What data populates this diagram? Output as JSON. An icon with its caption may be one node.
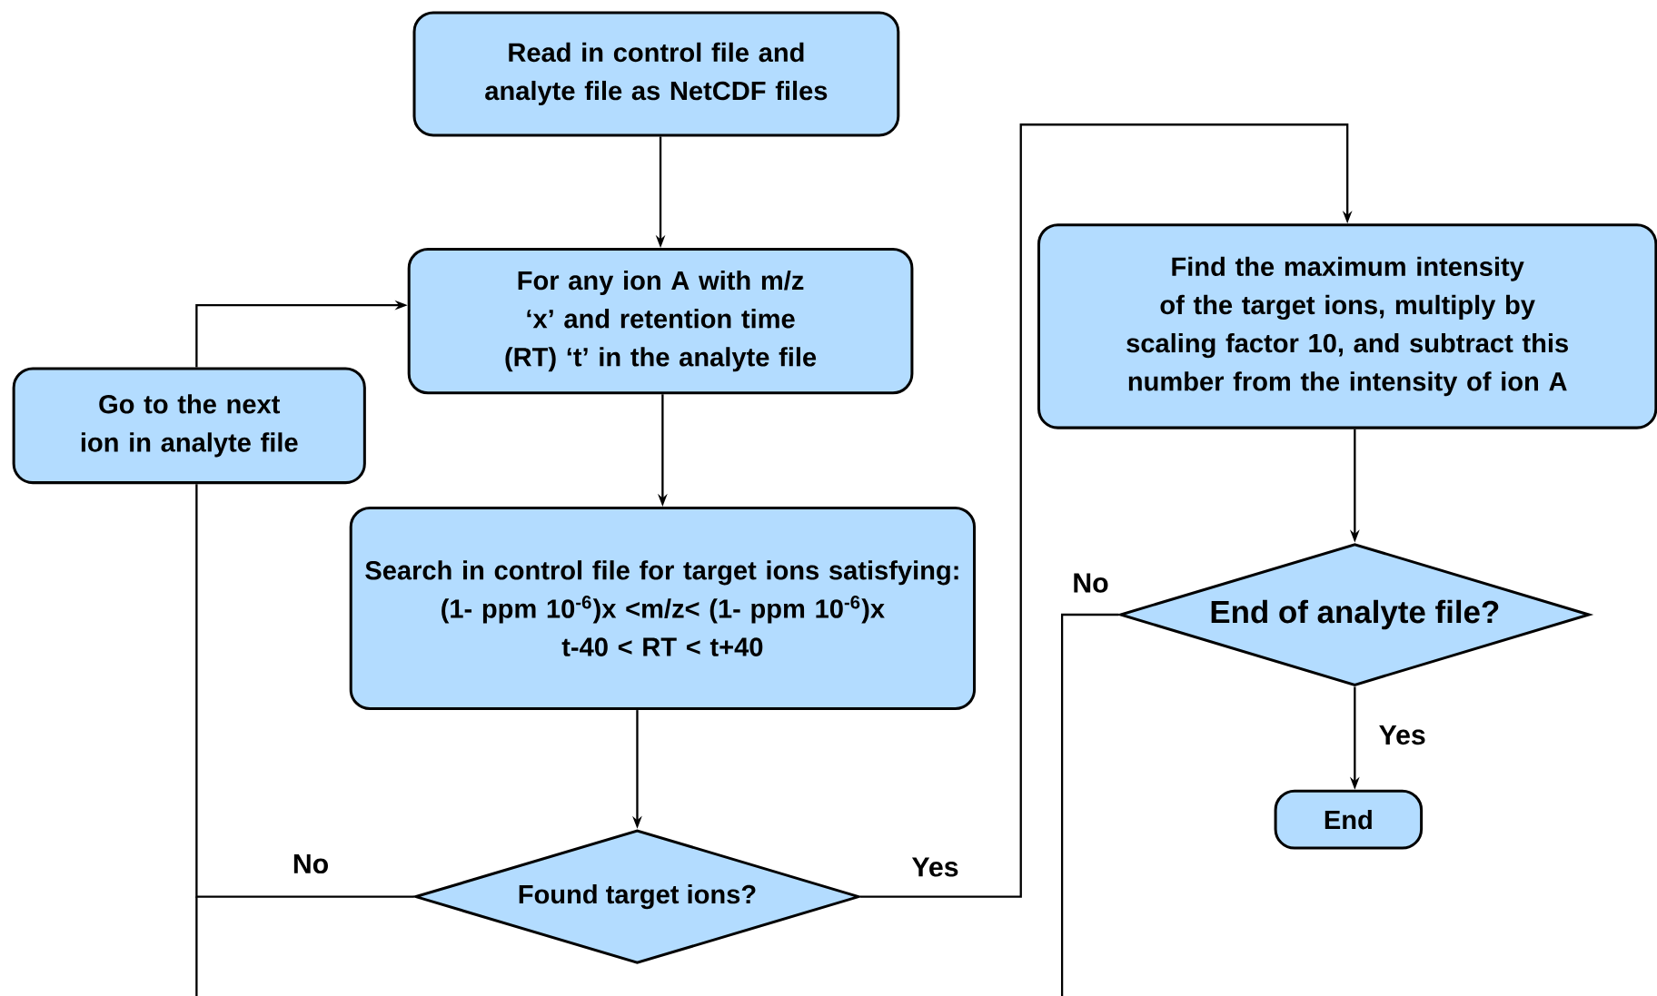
{
  "diagram": {
    "nodes": [
      {
        "text": [
          "Read in control file and analyte file as NetCDF files"
        ]
      },
      {
        "text": [
          "For any ion A with m/z ‘x’ and retention time (RT) ‘t’ in the analyte file"
        ]
      },
      {
        "text": [
          "Go to the next ion in analyte file"
        ]
      },
      {
        "text": [
          "Search in control file for target ions satisfying:",
          "(1- ppm 10$^{-6}$)x <m/z< (1- ppm 10$^{-6}$)x",
          "t-40 < RT < t+40"
        ]
      },
      {
        "text": [
          "Found target ions?"
        ]
      },
      {
        "text": [
          "Find the maximum intensity of the target ions, multiply by scaling factor 10, and subtract this number from the intensity of ion A"
        ]
      },
      {
        "text": [
          "End of analyte file?"
        ]
      },
      {
        "text": [
          "End"
        ]
      }
    ],
    "edges": [
      {
        "from": 0,
        "to": 1,
        "arrow": "to"
      },
      {
        "from": 2,
        "to": 1,
        "arrow": "to"
      },
      {
        "from": 1,
        "to": 3,
        "arrow": "to"
      },
      {
        "from": 3,
        "to": 4,
        "arrow": "to"
      },
      {
        "from": 4,
        "to": 5,
        "arrow": "to",
        "label": "Yes"
      },
      {
        "from": 5,
        "to": 6,
        "arrow": "to"
      },
      {
        "from": 6,
        "to": 7,
        "arrow": "to",
        "label": "Yes"
      },
      {
        "from": 4,
        "to": 2,
        "arrow": "none",
        "label": "No"
      },
      {
        "from": 6,
        "to": null,
        "arrow": "none",
        "label": "No"
      }
    ]
  }
}
